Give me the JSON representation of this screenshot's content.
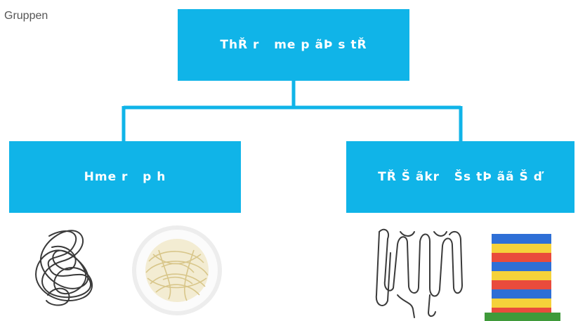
{
  "corner_label": "Gruppen",
  "colors": {
    "node_fill": "#10b4e8",
    "connector": "#10b4e8",
    "text": "#ffffff"
  },
  "nodes": {
    "top": {
      "label": "ThŘ r   me p ãÞ s tŘ"
    },
    "left": {
      "label": "Hme r   p h"
    },
    "right": {
      "label": "TŘ Š ãkr   Šs tÞ ãã Š ď"
    }
  },
  "illustrations": {
    "left_group": [
      "tangled-line-icon",
      "spaghetti-plate-icon"
    ],
    "right_group": [
      "folded-line-icon",
      "block-tower-icon"
    ]
  }
}
